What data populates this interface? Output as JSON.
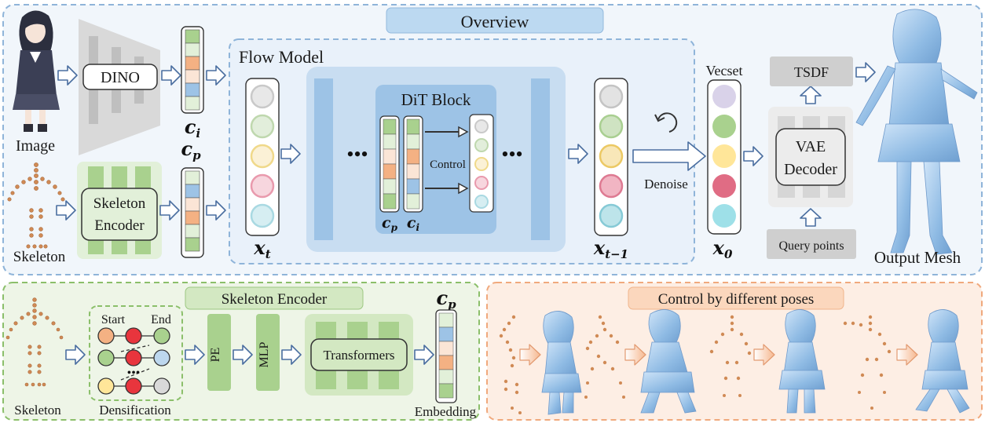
{
  "overview": {
    "title": "Overview"
  },
  "inputs": {
    "image_label": "Image",
    "skeleton_label": "Skeleton"
  },
  "encoders": {
    "dino_label": "DINO",
    "skeleton_encoder_line1": "Skeleton",
    "skeleton_encoder_line2": "Encoder"
  },
  "symbols": {
    "c_i": {
      "base": "c",
      "sub": "i"
    },
    "c_p": {
      "base": "c",
      "sub": "p"
    },
    "x_t": {
      "base": "x",
      "sub": "t"
    },
    "x_t_minus_1": {
      "base": "x",
      "sub": "t−1"
    },
    "x_0": {
      "base": "x",
      "sub": "0"
    }
  },
  "flow_model": {
    "title": "Flow Model",
    "dit_title": "DiT Block",
    "control_label": "Control",
    "ellipsis": "•••"
  },
  "decoder": {
    "denoise_label": "Denoise",
    "vecset_label": "Vecset",
    "tsdf_label": "TSDF",
    "vae_line1": "VAE",
    "vae_line2": "Decoder",
    "query_points_label": "Query points",
    "output_label": "Output Mesh"
  },
  "skeleton_encoder_panel": {
    "title": "Skeleton Encoder",
    "skeleton_label": "Skeleton",
    "start_label": "Start",
    "end_label": "End",
    "densification_label": "Densification",
    "pe_label": "PE",
    "mlp_label": "MLP",
    "transformers_label": "Transformers",
    "embedding_label": "Embedding"
  },
  "poses_panel": {
    "title": "Control by different poses"
  },
  "colors": {
    "token_green": "#a9d18e",
    "token_blue": "#9dc3e6",
    "token_orange": "#f4b183",
    "token_peach": "#fbe5d6",
    "token_pale_green": "#e2f0d9",
    "token_pale_blue": "#deebf7",
    "vecset_lavender": "#d9d2e9",
    "vecset_green": "#a9d18e",
    "vecset_yellow": "#ffe699",
    "vecset_red": "#e06c84",
    "vecset_cyan": "#9ee0e8",
    "mesh_blue": "#9fc5ea",
    "skeleton_orange": "#d08a55",
    "dense_red": "#e8353d",
    "dense_orange": "#f4b183",
    "dense_green": "#a9d18e",
    "dense_blue": "#bdd7ee",
    "dense_grey": "#d9d9d9"
  }
}
